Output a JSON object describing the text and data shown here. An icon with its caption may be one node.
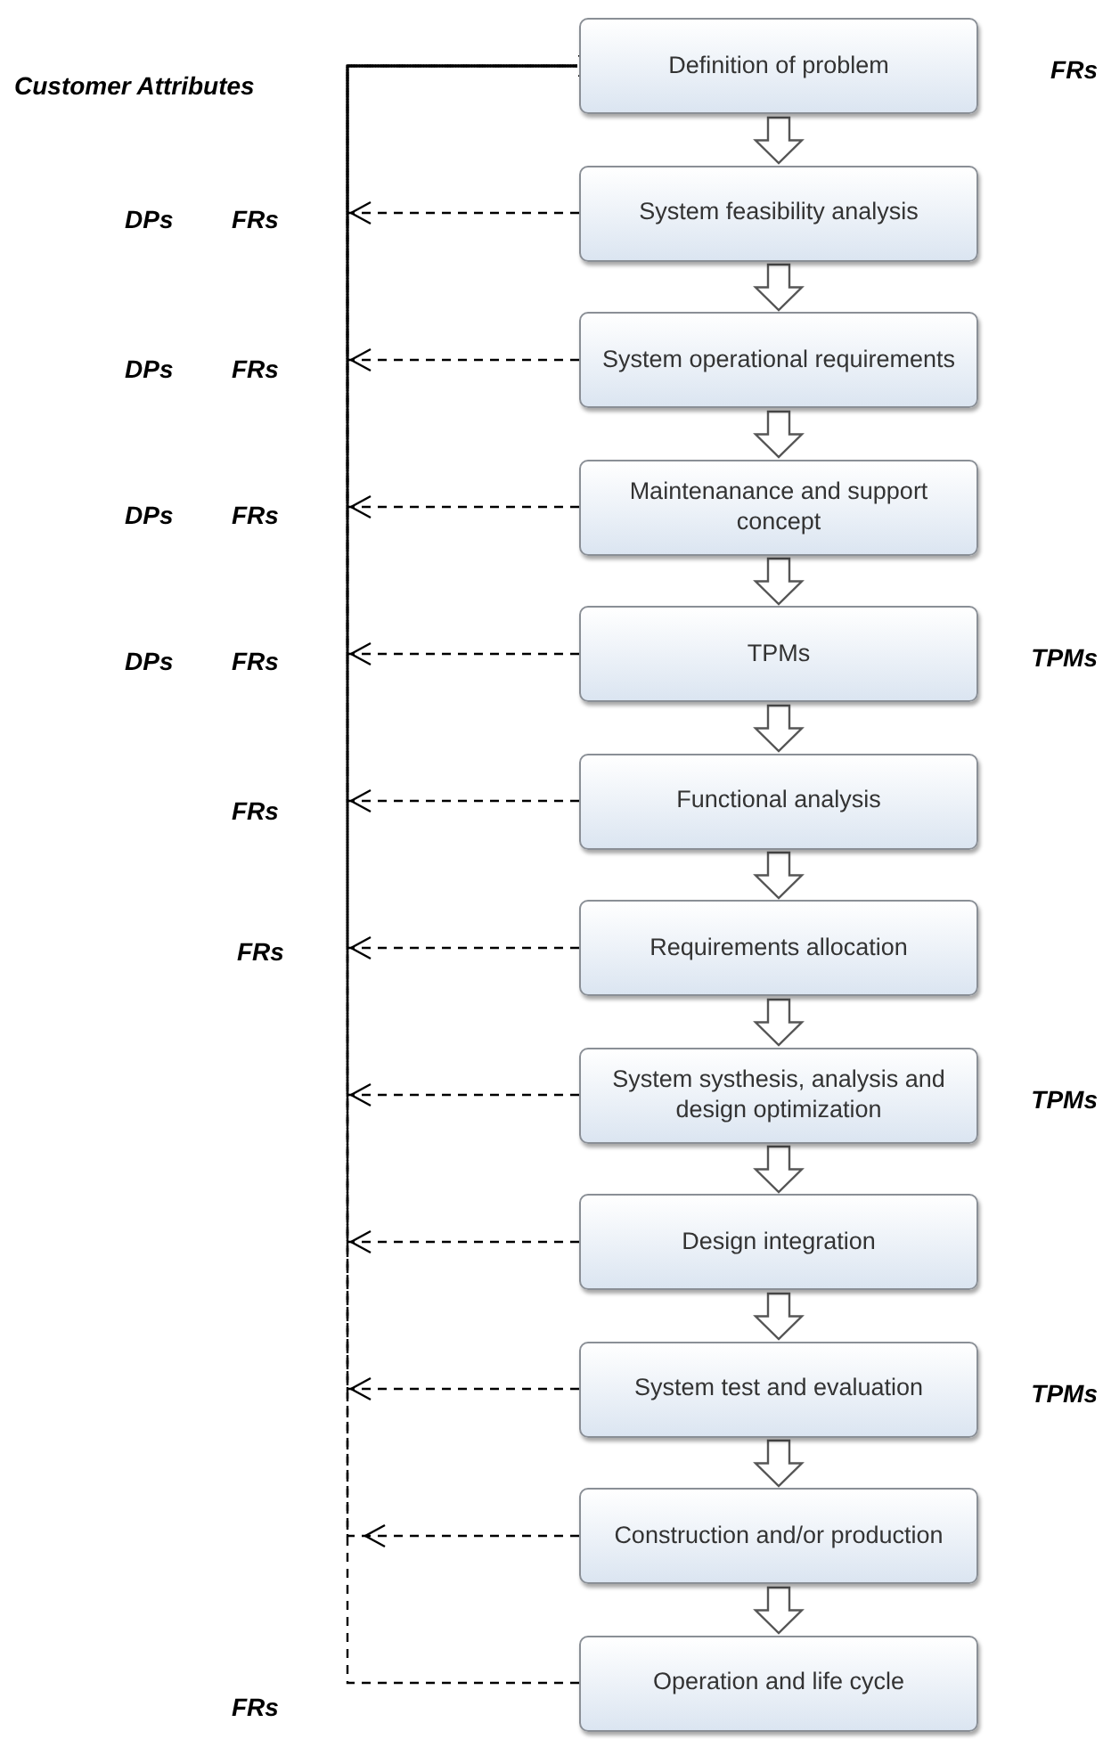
{
  "diagram": {
    "nodes": [
      {
        "text": [
          "Definition of problem"
        ],
        "beside": [
          "FRs"
        ]
      },
      {
        "text": [
          "System feasibility analysis"
        ]
      },
      {
        "text": [
          "System operational requirements"
        ]
      },
      {
        "text": [
          "Maintenanance and support concept"
        ]
      },
      {
        "text": [
          "TPMs"
        ],
        "beside": [
          "TPMs"
        ]
      },
      {
        "text": [
          "Functional analysis"
        ]
      },
      {
        "text": [
          "Requirements allocation"
        ]
      },
      {
        "text": [
          "System systhesis, analysis and design optimization"
        ],
        "beside": [
          "TPMs"
        ]
      },
      {
        "text": [
          "Design integration"
        ]
      },
      {
        "text": [
          "System test and evaluation"
        ],
        "beside": [
          "TPMs"
        ]
      },
      {
        "text": [
          "Construction and/or production"
        ]
      },
      {
        "text": [
          "Operation and life cycle"
        ]
      }
    ],
    "edges": [
      {
        "from": 0,
        "to": 1,
        "arrow": "to"
      },
      {
        "from": 1,
        "to": 2,
        "arrow": "to"
      },
      {
        "from": 2,
        "to": 3,
        "arrow": "to"
      },
      {
        "from": 3,
        "to": 4,
        "arrow": "to"
      },
      {
        "from": 4,
        "to": 5,
        "arrow": "to"
      },
      {
        "from": 5,
        "to": 6,
        "arrow": "to"
      },
      {
        "from": 6,
        "to": 7,
        "arrow": "to"
      },
      {
        "from": 7,
        "to": 8,
        "arrow": "to"
      },
      {
        "from": 8,
        "to": 9,
        "arrow": "to"
      },
      {
        "from": 9,
        "to": 10,
        "arrow": "to"
      },
      {
        "from": 10,
        "to": 11,
        "arrow": "to"
      },
      {
        "from": 1,
        "to": 0,
        "arrow": "to",
        "style": "dashed"
      },
      {
        "from": 2,
        "to": 0,
        "arrow": "to",
        "style": "dashed"
      },
      {
        "from": 3,
        "to": 0,
        "arrow": "to",
        "style": "dashed"
      },
      {
        "from": 4,
        "to": 0,
        "arrow": "to",
        "style": "dashed"
      },
      {
        "from": 5,
        "to": 0,
        "arrow": "to",
        "style": "dashed"
      },
      {
        "from": 6,
        "to": 0,
        "arrow": "to",
        "style": "dashed"
      },
      {
        "from": 7,
        "to": 0,
        "arrow": "to",
        "style": "dashed"
      },
      {
        "from": 8,
        "to": 0,
        "arrow": "to",
        "style": "dashed"
      },
      {
        "from": 9,
        "to": 0,
        "arrow": "to",
        "style": "dashed"
      },
      {
        "from": 10,
        "to": 0,
        "arrow": "to",
        "style": "dashed"
      },
      {
        "from": 11,
        "to": 0,
        "arrow": "to",
        "style": "dashed"
      }
    ],
    "labels": [
      "Customer Attributes",
      "DPs",
      "FRs",
      "DPs",
      "FRs",
      "DPs",
      "FRs",
      "DPs",
      "FRs",
      "FRs",
      "FRs",
      "FRs"
    ]
  }
}
